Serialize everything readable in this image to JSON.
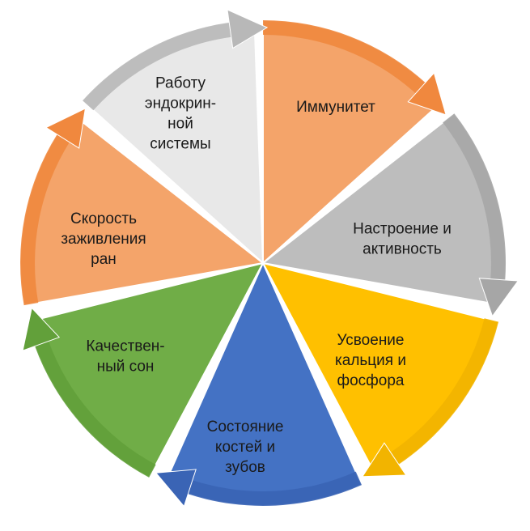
{
  "diagram": {
    "type": "cycle",
    "segments": [
      {
        "id": "immunity",
        "lines": [
          "Иммунитет"
        ],
        "color": "#F4A46A",
        "arrow": "#F0883E"
      },
      {
        "id": "mood",
        "lines": [
          "Настроение и",
          "активность"
        ],
        "color": "#BDBDBD",
        "arrow": "#A6A6A6"
      },
      {
        "id": "calcium",
        "lines": [
          "Усвоение",
          "кальция и",
          "фосфора"
        ],
        "color": "#FFC000",
        "arrow": "#F2B400"
      },
      {
        "id": "bones",
        "lines": [
          "Состояние",
          "костей и",
          "зубов"
        ],
        "color": "#4472C4",
        "arrow": "#3A64B5"
      },
      {
        "id": "sleep",
        "lines": [
          "Качествен-",
          "ный сон"
        ],
        "color": "#70AD47",
        "arrow": "#62A03A"
      },
      {
        "id": "healing",
        "lines": [
          "Скорость",
          "заживления",
          "ран"
        ],
        "color": "#F4A46A",
        "arrow": "#F0883E"
      },
      {
        "id": "endocrine",
        "lines": [
          "Работу",
          "эндокрин-",
          "ной",
          "системы"
        ],
        "color": "#E8E8E8",
        "arrow": "#B8B8B8"
      }
    ]
  }
}
